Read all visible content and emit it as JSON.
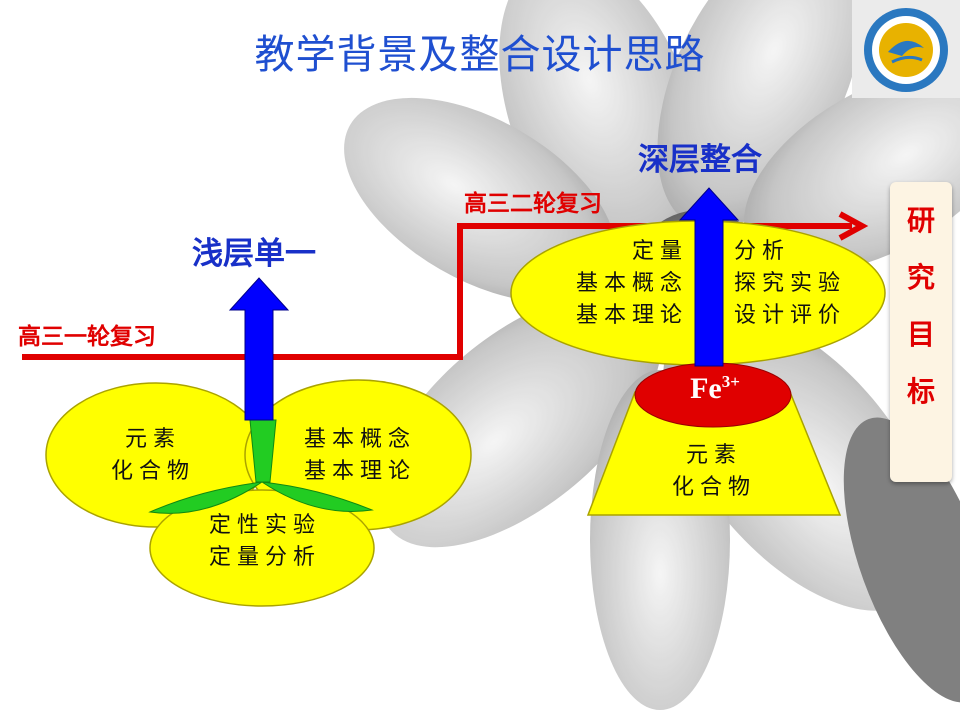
{
  "title": "教学背景及整合设计思路",
  "logo": {
    "name": "school-logo"
  },
  "left": {
    "stage_label": "浅层单一",
    "review_label": "高三一轮复习",
    "ovals": {
      "left": "元素\n化合物",
      "right": "基本概念\n基本理论",
      "bottom": "定性实验\n定量分析"
    }
  },
  "right": {
    "stage_label": "深层整合",
    "review_label": "高三二轮复习",
    "oval": {
      "left": "定量\n基本概念\n基本理论",
      "right": "分析\n探究实验\n设计评价"
    },
    "ion": {
      "base": "Fe",
      "sup": "3+"
    },
    "trapezoid": "元素\n化合物"
  },
  "goal": "研究目标",
  "colors": {
    "title": "#1f4fd0",
    "stage_label": "#1830c8",
    "red": "#e00000",
    "oval_fill": "#ffff00",
    "arrow_blue": "#0000ff",
    "leaf_green": "#22cc22"
  }
}
